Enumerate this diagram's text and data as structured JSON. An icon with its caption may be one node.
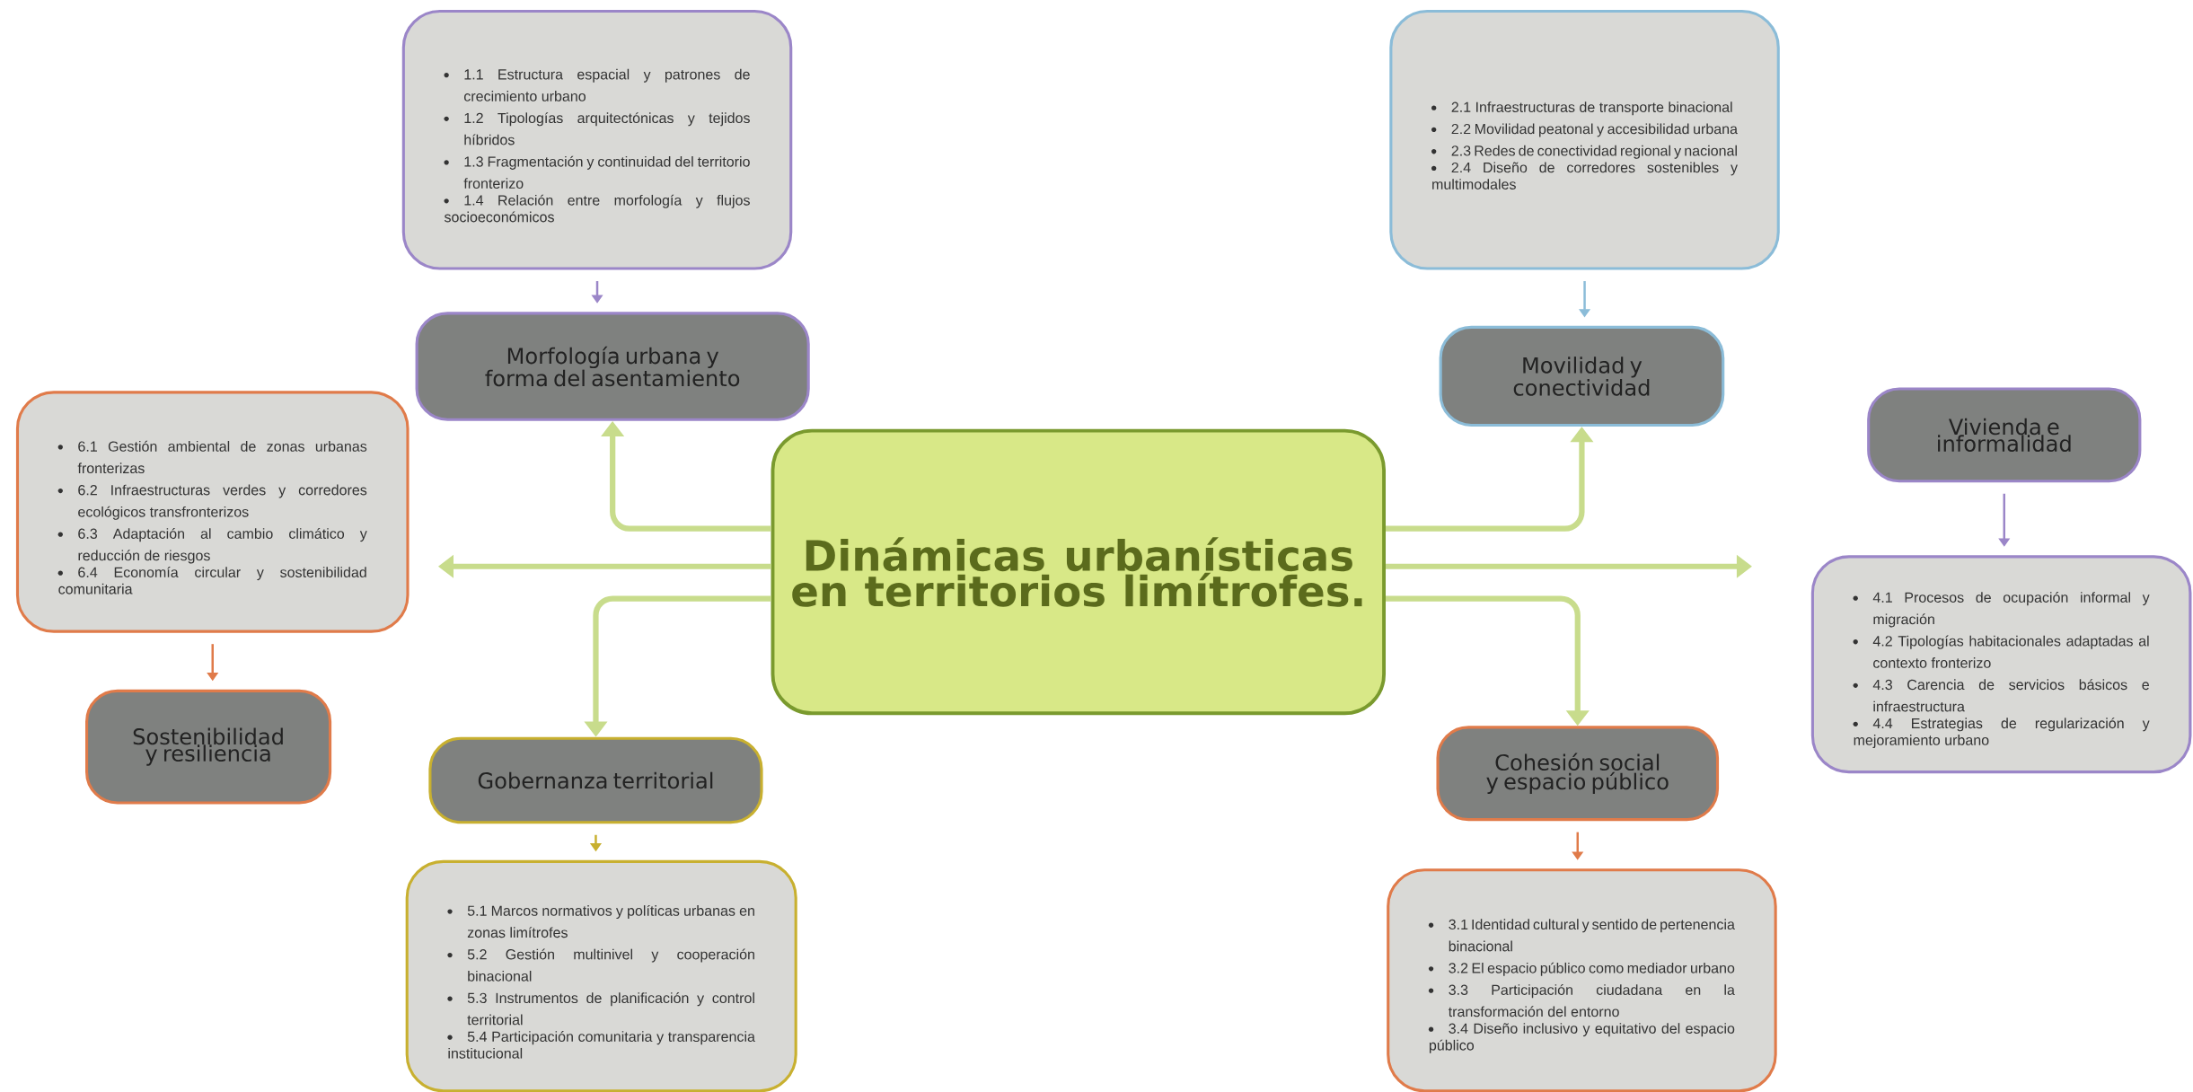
{
  "diagram": {
    "nodes": [
      {
        "text": [
          "Dinámicas urbanísticas en territorios limítrofes."
        ]
      },
      {
        "text": [
          "Morfología urbana y forma del asentamiento"
        ]
      },
      {
        "text": [
          "1.1 Estructura espacial y patrones de crecimiento urbano",
          "1.2 Tipologías arquitectónicas y tejidos híbridos",
          "1.3 Fragmentación y continuidad del territorio fronterizo",
          "1.4 Relación entre morfología y flujos socioeconómicos"
        ]
      },
      {
        "text": [
          "Movilidad y conectividad"
        ]
      },
      {
        "text": [
          "2.1 Infraestructuras de transporte binacional",
          "2.2 Movilidad peatonal y accesibilidad urbana",
          "2.3 Redes de conectividad regional y nacional",
          "2.4 Diseño de corredores sostenibles y multimodales"
        ]
      },
      {
        "text": [
          "Vivienda e informalidad"
        ]
      },
      {
        "text": [
          "4.1 Procesos de ocupación informal y migración",
          "4.2 Tipologías habitacionales adaptadas al contexto fronterizo",
          "4.3 Carencia de servicios básicos e infraestructura",
          "4.4 Estrategias de regularización y mejoramiento urbano"
        ]
      },
      {
        "text": [
          "Sostenibilidad y resiliencia"
        ]
      },
      {
        "text": [
          "6.1 Gestión ambiental de zonas urbanas fronterizas",
          "6.2 Infraestructuras verdes y corredores ecológicos transfronterizos",
          "6.3 Adaptación al cambio climático y reducción de riesgos",
          "6.4 Economía circular y sostenibilidad comunitaria"
        ]
      },
      {
        "text": [
          "Gobernanza territorial"
        ]
      },
      {
        "text": [
          "5.1 Marcos normativos y políticas urbanas en zonas limítrofes",
          "5.2 Gestión multinivel y cooperación binacional",
          "5.3 Instrumentos de planificación y control territorial",
          "5.4 Participación comunitaria y transparencia institucional"
        ]
      },
      {
        "text": [
          "Cohesión social y espacio público"
        ]
      },
      {
        "text": [
          "3.1 Identidad cultural y sentido de pertenencia binacional",
          "3.2 El espacio público como mediador urbano",
          "3.3 Participación ciudadana en la transformación del entorno",
          "3.4 Diseño inclusivo y equitativo del espacio público"
        ]
      }
    ],
    "edges": [
      {
        "from": 2,
        "to": 1,
        "arrow": "to",
        "color": "#9b86c8"
      },
      {
        "from": 4,
        "to": 3,
        "arrow": "to",
        "color": "#8bbcd8"
      },
      {
        "from": 5,
        "to": 6,
        "arrow": "to",
        "color": "#9b86c8"
      },
      {
        "from": 8,
        "to": 7,
        "arrow": "to",
        "color": "#e07b4a"
      },
      {
        "from": 9,
        "to": 10,
        "arrow": "to",
        "color": "#c8b030"
      },
      {
        "from": 11,
        "to": 12,
        "arrow": "to",
        "color": "#e07b4a"
      },
      {
        "from": 0,
        "to": 1,
        "arrow": "to",
        "style": "thick",
        "color": "#c8dc8c"
      },
      {
        "from": 0,
        "to": 3,
        "arrow": "to",
        "style": "thick",
        "color": "#c8dc8c"
      },
      {
        "from": 0,
        "to": null,
        "arrow": "to",
        "style": "thick",
        "color": "#c8dc8c"
      },
      {
        "from": 0,
        "to": null,
        "arrow": "to",
        "style": "thick",
        "color": "#c8dc8c"
      },
      {
        "from": 0,
        "to": 9,
        "arrow": "to",
        "style": "thick",
        "color": "#c8dc8c"
      },
      {
        "from": 0,
        "to": 11,
        "arrow": "to",
        "style": "thick",
        "color": "#c8dc8c"
      }
    ]
  }
}
